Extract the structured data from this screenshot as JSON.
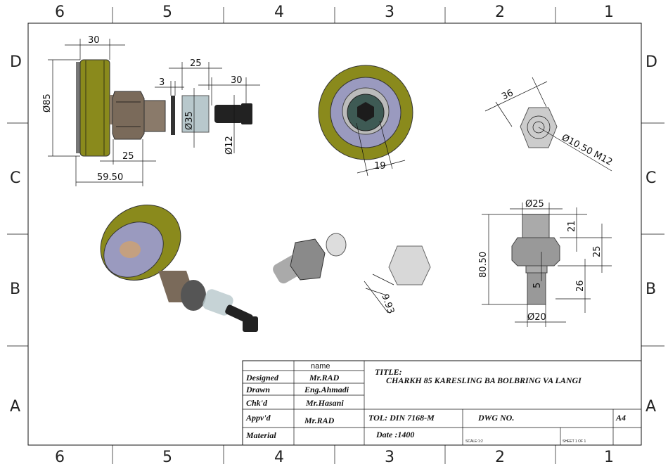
{
  "zones": {
    "columns": [
      "6",
      "5",
      "4",
      "3",
      "2",
      "1"
    ],
    "rows": [
      "D",
      "C",
      "B",
      "A"
    ]
  },
  "dimensions": {
    "wheel_width": "30",
    "wheel_diameter": "Ø85",
    "washer_thickness": "3",
    "sleeve_length": "25",
    "sleeve_diameter": "Ø35",
    "bolt_length": "30",
    "bolt_diameter": "Ø12",
    "hex_length": "25",
    "overall_length": "59.50",
    "hex_socket": "19",
    "nut_across_flats": "36",
    "nut_thread": "Ø10.50 M12",
    "shaft_top_diameter": "Ø25",
    "shaft_total_length": "80.50",
    "shaft_top_length": "21",
    "shaft_hex_length": "25",
    "shaft_lower_length": "26",
    "shaft_step": "5",
    "shaft_bottom_diameter": "Ø20",
    "hex_angle": "9.93"
  },
  "title_block": {
    "name_header": "name",
    "designed_label": "Designed",
    "designed_value": "Mr.RAD",
    "drawn_label": "Drawn",
    "drawn_value": "Eng.Ahmadi",
    "checked_label": "Chk'd",
    "checked_value": "Mr.Hasani",
    "approved_label": "Appv'd",
    "approved_value": "Mr.RAD",
    "material_label": "Material",
    "title_label": "TITLE:",
    "title_value": "CHARKH 85 KARESLING BA BOLBRING VA LANGI",
    "tolerance": "TOL:  DIN 7168-M",
    "dwg_no_label": "DWG NO.",
    "size": "A4",
    "date": "Date :1400",
    "scale": "SCALE:1:2",
    "sheet": "SHEET 1 OF 1"
  },
  "colors": {
    "wheel": "#8a8a1c",
    "hub": "#9a9abf",
    "hex": "#7a6a5a",
    "bolt": "#222222",
    "sleeve": "#b8c8cc"
  }
}
